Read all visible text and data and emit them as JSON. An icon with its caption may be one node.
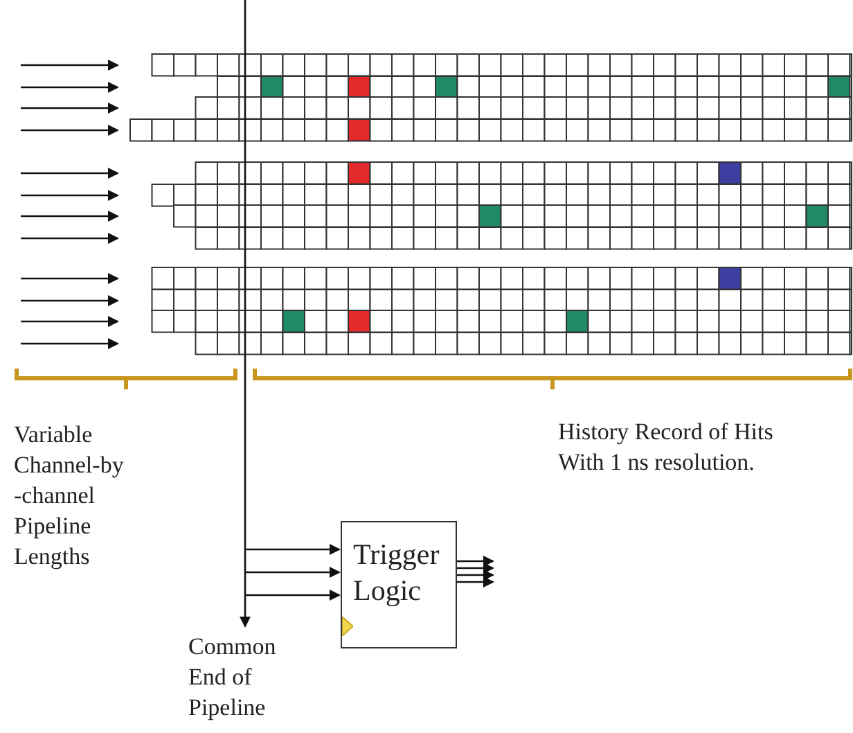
{
  "diagram": {
    "nodes": [
      {
        "text": [
          "Trigger Logic"
        ]
      },
      {
        "text": [
          "Common End of Pipeline"
        ]
      }
    ],
    "edges": [
      {
        "from": null,
        "to": 1,
        "arrow": "to"
      },
      {
        "from": null,
        "to": 0,
        "arrow": "to"
      },
      {
        "from": null,
        "to": 0,
        "arrow": "to"
      },
      {
        "from": null,
        "to": 0,
        "arrow": "to"
      },
      {
        "from": 0,
        "to": null,
        "arrow": "to"
      },
      {
        "from": 0,
        "to": null,
        "arrow": "to"
      },
      {
        "from": 0,
        "to": null,
        "arrow": "to"
      },
      {
        "from": 0,
        "to": null,
        "arrow": "to"
      }
    ],
    "labels": [
      "Variable Channel-by -channel Pipeline Lengths",
      "History Record of Hits With 1 ns resolution."
    ]
  }
}
